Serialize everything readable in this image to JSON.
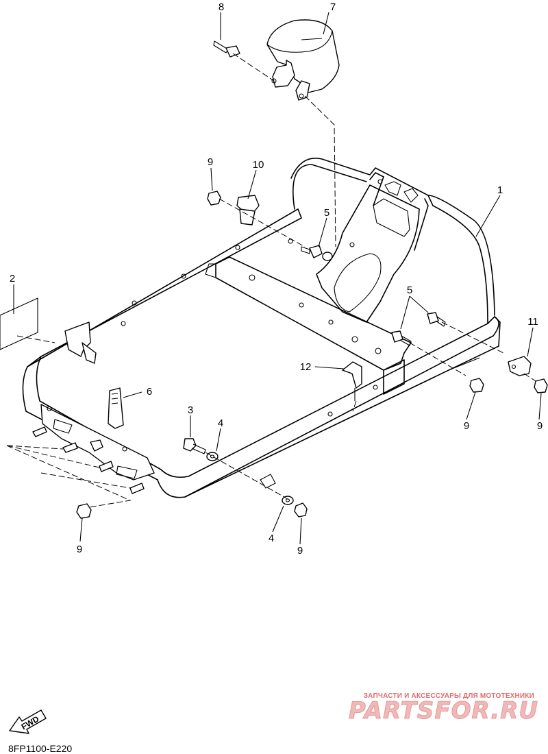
{
  "callouts": [
    {
      "label": "1"
    },
    {
      "label": "2"
    },
    {
      "label": "3"
    },
    {
      "label": "4"
    },
    {
      "label": "4"
    },
    {
      "label": "5"
    },
    {
      "label": "5"
    },
    {
      "label": "6"
    },
    {
      "label": "7"
    },
    {
      "label": "8"
    },
    {
      "label": "9"
    },
    {
      "label": "9"
    },
    {
      "label": "9"
    },
    {
      "label": "9"
    },
    {
      "label": "9"
    },
    {
      "label": "10"
    },
    {
      "label": "11"
    },
    {
      "label": "12"
    }
  ],
  "diagram_code": "8FP1100-E220",
  "fwd_label": "FWD",
  "watermark": {
    "tagline": "ЗАПЧАСТИ И АКСЕССУАРЫ ДЛЯ МОТОТЕХНИКИ",
    "brand": "PARTSFOR.RU",
    "color": "#e06a6a"
  }
}
